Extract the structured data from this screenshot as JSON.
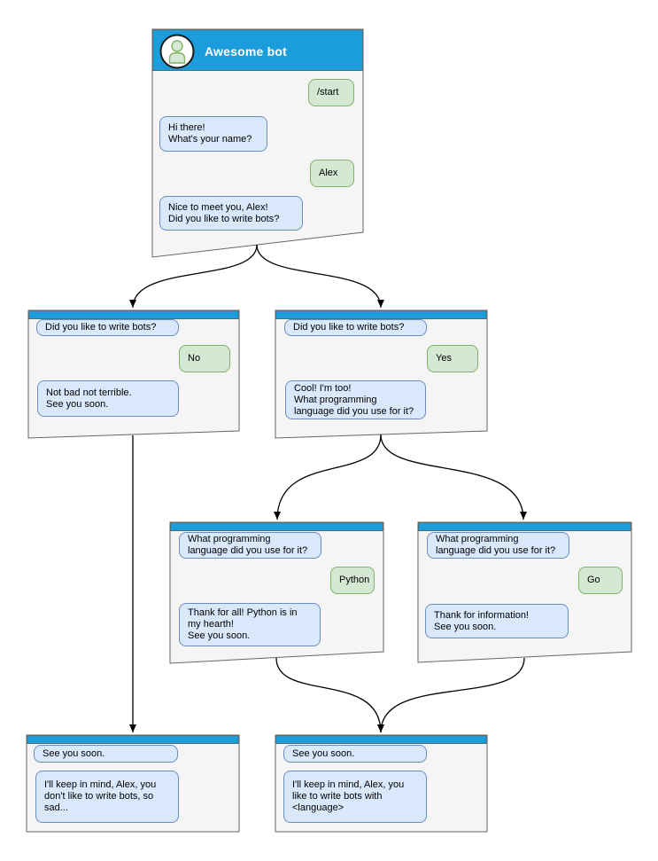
{
  "diagram": {
    "windows": {
      "root": {
        "title": "Awesome bot",
        "messages": [
          {
            "from": "user",
            "text": "/start"
          },
          {
            "from": "bot",
            "text": "Hi there!\nWhat's your name?"
          },
          {
            "from": "user",
            "text": "Alex"
          },
          {
            "from": "bot",
            "text": "Nice to meet you, Alex!\nDid you like to write bots?"
          }
        ]
      },
      "branch_no": {
        "messages": [
          {
            "from": "bot",
            "text": "Did you like to write bots?"
          },
          {
            "from": "user",
            "text": "No"
          },
          {
            "from": "bot",
            "text": "Not bad not terrible.\nSee you soon."
          }
        ]
      },
      "branch_yes": {
        "messages": [
          {
            "from": "bot",
            "text": "Did you like to write bots?"
          },
          {
            "from": "user",
            "text": "Yes"
          },
          {
            "from": "bot",
            "text": "Cool! I'm too!\nWhat programming\nlanguage did you use for it?"
          }
        ]
      },
      "branch_python": {
        "messages": [
          {
            "from": "bot",
            "text": "What programming\nlanguage did you use for it?"
          },
          {
            "from": "user",
            "text": "Python"
          },
          {
            "from": "bot",
            "text": "Thank for all! Python is in\nmy hearth!\nSee you soon."
          }
        ]
      },
      "branch_go": {
        "messages": [
          {
            "from": "bot",
            "text": "What programming\nlanguage did you use for it?"
          },
          {
            "from": "user",
            "text": "Go"
          },
          {
            "from": "bot",
            "text": "Thank for information!\nSee you soon."
          }
        ]
      },
      "final_no": {
        "messages": [
          {
            "from": "bot",
            "text": "See you soon."
          },
          {
            "from": "bot",
            "text": "I'll keep in mind, Alex, you\ndon't like to write bots, so\nsad..."
          }
        ]
      },
      "final_lang": {
        "messages": [
          {
            "from": "bot",
            "text": "See you soon."
          },
          {
            "from": "bot",
            "text": "I'll keep in mind, Alex, you\nlike to write bots with\n<language>"
          }
        ]
      }
    },
    "colors": {
      "header_blue": "#1b9ddb",
      "window_fill": "#f5f5f5",
      "window_border": "#666666",
      "bot_bubble_fill": "#dae8fc",
      "bot_bubble_border": "#6c8ebf",
      "user_bubble_fill": "#d5e8d4",
      "user_bubble_border": "#82b366",
      "arrow_color": "#000000"
    }
  }
}
